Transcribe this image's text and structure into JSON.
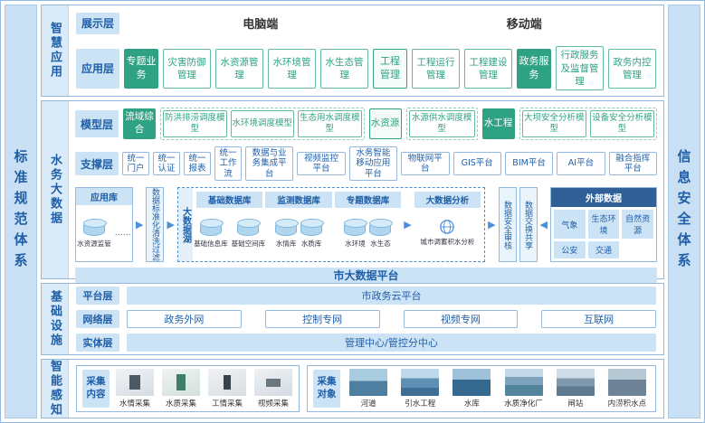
{
  "frame": {
    "left_bar": "标准规范体系",
    "right_bar": "信息安全体系"
  },
  "smart_app": {
    "label": "智慧应用",
    "display": {
      "label": "展示层",
      "pc": "电脑端",
      "mobile": "移动端"
    },
    "app": {
      "label": "应用层",
      "groups": [
        {
          "tag": "专题业务",
          "items": [
            "灾害防御管理",
            "水资源管理",
            "水环境管理",
            "水生态管理"
          ]
        },
        {
          "tag": "工程管理",
          "items": [
            "工程运行管理",
            "工程建设管理"
          ]
        },
        {
          "tag": "政务服务",
          "items": [
            "行政服务及监督管理",
            "政务内控管理"
          ]
        }
      ]
    }
  },
  "big_data": {
    "label": "水务大数据",
    "model": {
      "label": "模型层",
      "groups": [
        {
          "tag": "流域综合",
          "items": [
            "防洪排涝调度模型",
            "水环境调度模型",
            "生态用水调度模型"
          ]
        },
        {
          "tag": "水资源",
          "items": [
            "水源供水调度模型"
          ]
        },
        {
          "tag": "水工程",
          "items": [
            "大坝安全分析模型",
            "设备安全分析模型"
          ]
        }
      ]
    },
    "support": {
      "label": "支撑层",
      "items": [
        "统一门户",
        "统一认证",
        "统一报表",
        "统一工作流",
        "数据与业务集成平台",
        "视频监控平台",
        "水务智能移动应用平台",
        "物联网平台",
        "GIS平台",
        "BIM平台",
        "AI平台",
        "融合指挥平台"
      ]
    },
    "lake": {
      "app_db": {
        "label": "应用库",
        "cylinder": "水资源监管",
        "more": "……"
      },
      "clean": "数据标准化清洗过滤",
      "lake_label": "大数据湖",
      "db_groups": [
        {
          "label": "基础数据库",
          "cyl1": "基础信息库",
          "cyl2": "基础空间库"
        },
        {
          "label": "监测数据库",
          "cyl1": "水情库",
          "cyl2": "水质库"
        },
        {
          "label": "专题数据库",
          "cyl1": "水环境",
          "cyl2": "水生态"
        },
        {
          "label": "大数据分析",
          "analysis": "城市调蓄积水分析"
        }
      ],
      "audit": "数据安全审核",
      "exchange": "数据交换共享",
      "external": {
        "label": "外部数据",
        "items": [
          "气象",
          "生态环境",
          "自然资源",
          "公安",
          "交通"
        ]
      }
    },
    "platform_bar": "市大数据平台"
  },
  "infra": {
    "label": "基础设施",
    "platform": {
      "label": "平台层",
      "value": "市政务云平台"
    },
    "network": {
      "label": "网络层",
      "items": [
        "政务外网",
        "控制专网",
        "视频专网",
        "互联网"
      ]
    },
    "entity": {
      "label": "实体层",
      "value": "管理中心/管控分中心"
    }
  },
  "perception": {
    "label": "智能感知",
    "content": {
      "label": "采集内容",
      "items": [
        "水情采集",
        "水质采集",
        "工情采集",
        "视频采集"
      ]
    },
    "objects": {
      "label": "采集对象",
      "items": [
        "河道",
        "引水工程",
        "水库",
        "水质净化厂",
        "闸站",
        "内涝积水点"
      ]
    }
  },
  "colors": {
    "accent_green": "#2FA284",
    "accent_blue": "#1F5FA8",
    "panel_blue": "#CCE2F5",
    "dark_blue": "#2F5F96"
  }
}
